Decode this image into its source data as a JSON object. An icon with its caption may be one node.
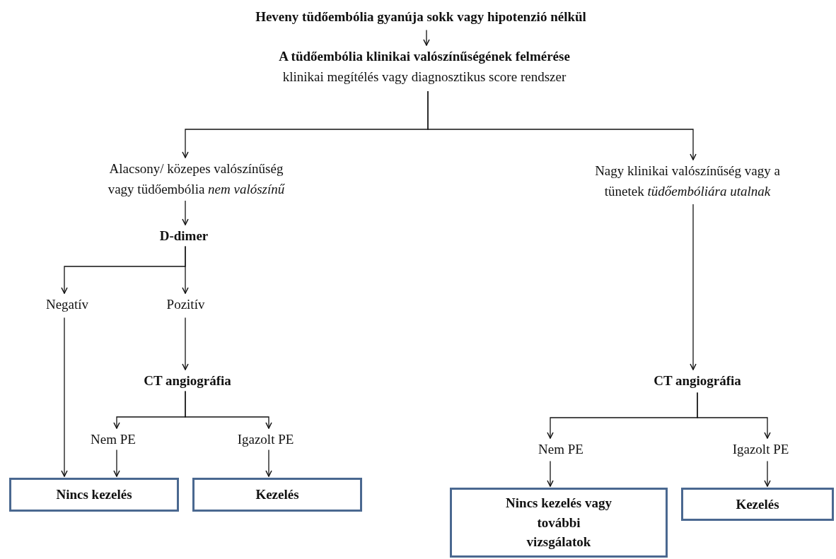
{
  "diagram": {
    "nodes": [
      {
        "text": [
          "Heveny tüdőembólia gyanúja sokk vagy hipotenzió nélkül"
        ]
      },
      {
        "text": [
          "A tüdőembólia klinikai valószínűségének felmérése",
          "klinikai  megítélés vagy diagnosztikus score rendszer"
        ]
      },
      {
        "text": [
          "Alacsony/ közepes valószínűség vagy tüdőembólia *nem valószínű*"
        ]
      },
      {
        "text": [
          "Nagy klinikai valószínűség vagy a tünetek *tüdőembóliára utalnak*"
        ]
      },
      {
        "text": [
          "D-dimer"
        ]
      },
      {
        "text": [
          "Negatív"
        ]
      },
      {
        "text": [
          "Pozitív"
        ]
      },
      {
        "text": [
          "CT angiográfia"
        ]
      },
      {
        "text": [
          "CT angiográfia"
        ]
      },
      {
        "text": [
          "Nem PE"
        ]
      },
      {
        "text": [
          "Igazolt PE"
        ]
      },
      {
        "text": [
          "Nem PE"
        ]
      },
      {
        "text": [
          "Igazolt PE"
        ]
      },
      {
        "text": [
          "Nincs kezelés"
        ]
      },
      {
        "text": [
          "Kezelés"
        ]
      },
      {
        "text": [
          "Nincs kezelés vagy további vizsgálatok"
        ]
      },
      {
        "text": [
          "Kezelés"
        ]
      }
    ],
    "edges": [
      {
        "from": 0,
        "to": 1,
        "arrow": "to"
      },
      {
        "from": 1,
        "to": 2,
        "arrow": "to"
      },
      {
        "from": 1,
        "to": 3,
        "arrow": "to"
      },
      {
        "from": 2,
        "to": 4,
        "arrow": "to"
      },
      {
        "from": 4,
        "to": 5,
        "arrow": "to"
      },
      {
        "from": 4,
        "to": 6,
        "arrow": "to"
      },
      {
        "from": 5,
        "to": 13,
        "arrow": "to"
      },
      {
        "from": 6,
        "to": 7,
        "arrow": "to"
      },
      {
        "from": 3,
        "to": 8,
        "arrow": "to"
      },
      {
        "from": 7,
        "to": 9,
        "arrow": "to"
      },
      {
        "from": 7,
        "to": 10,
        "arrow": "to"
      },
      {
        "from": 9,
        "to": 13,
        "arrow": "to"
      },
      {
        "from": 10,
        "to": 14,
        "arrow": "to"
      },
      {
        "from": 8,
        "to": 11,
        "arrow": "to"
      },
      {
        "from": 8,
        "to": 12,
        "arrow": "to"
      },
      {
        "from": 11,
        "to": 15,
        "arrow": "to"
      },
      {
        "from": 12,
        "to": 16,
        "arrow": "to"
      }
    ]
  }
}
